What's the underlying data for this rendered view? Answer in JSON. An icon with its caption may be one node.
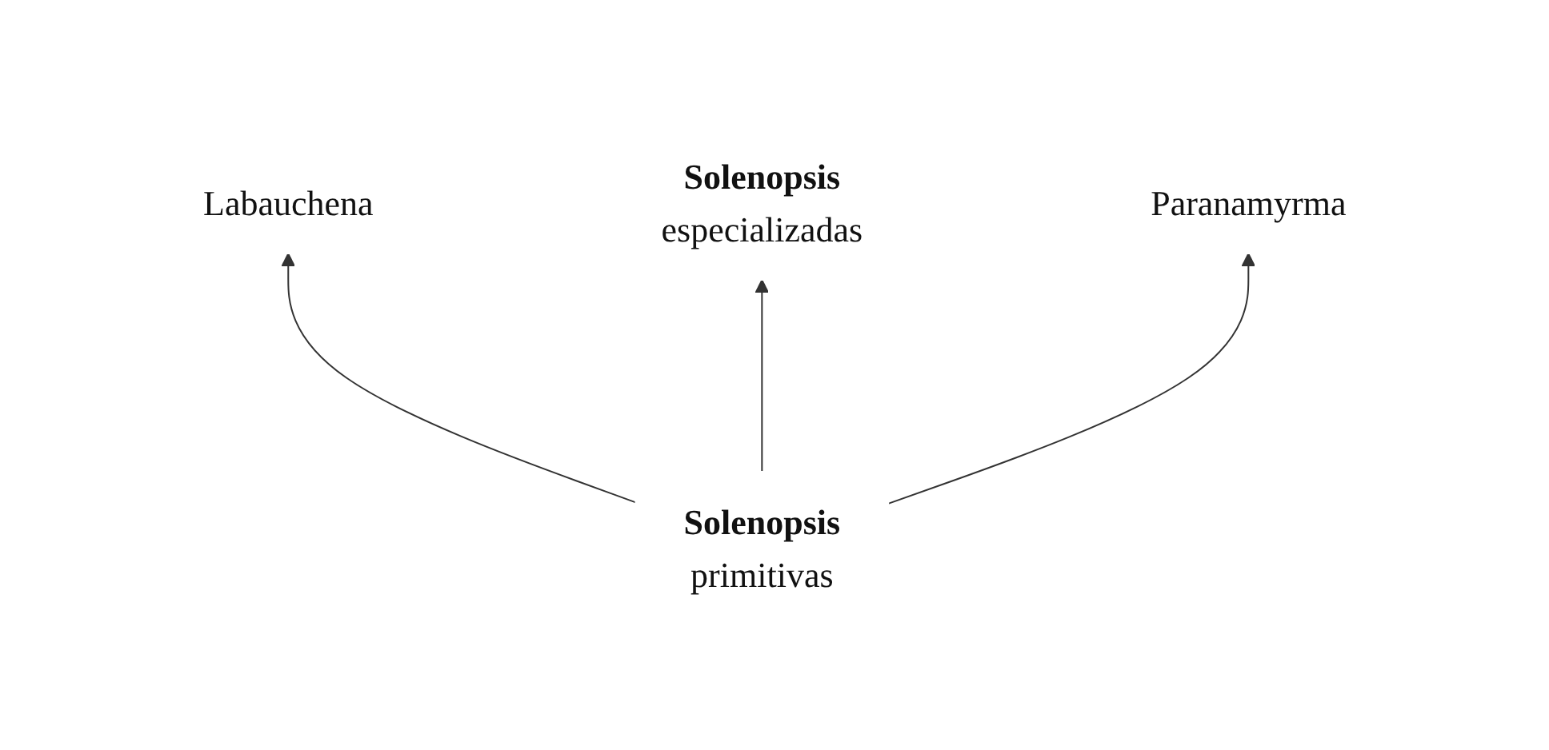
{
  "diagram": {
    "nodes": [
      {
        "text": [
          "Solenopsis",
          "especializadas"
        ]
      },
      {
        "text": [
          "Paranamyrma"
        ]
      },
      {
        "text": [
          "Labauchena"
        ]
      },
      {
        "text": [
          "Solenopsis",
          "primitivas"
        ]
      }
    ],
    "edges": [
      {
        "from": 3,
        "to": 2,
        "arrow": "to"
      },
      {
        "from": 3,
        "to": 0,
        "arrow": "to"
      },
      {
        "from": 3,
        "to": 1,
        "arrow": "to"
      }
    ]
  }
}
